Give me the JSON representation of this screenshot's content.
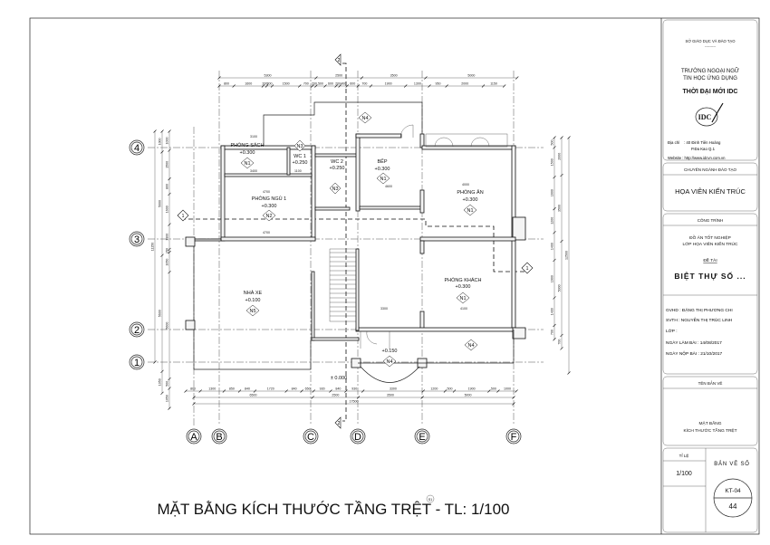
{
  "drawing": {
    "title": "MẶT BẰNG KÍCH THƯỚC TẦNG TRỆT - TL: 1/100",
    "section_mark_small": "S1",
    "section_marks": [
      "1",
      "2"
    ],
    "grid_columns": [
      "A",
      "B",
      "C",
      "D",
      "E",
      "F"
    ],
    "grid_rows": [
      "4",
      "3",
      "2",
      "1"
    ],
    "rooms": [
      {
        "name": "PHÒNG SÁCH",
        "level": "+0.300",
        "floor": "N1"
      },
      {
        "name": "WC 1",
        "level": "+0.250",
        "floor": "N3"
      },
      {
        "name": "WC 2",
        "level": "+0.250",
        "floor": "N3"
      },
      {
        "name": "PHÒNG NGỦ 1",
        "level": "+0.300",
        "floor": "N2"
      },
      {
        "name": "BẾP",
        "level": "+0.300",
        "floor": "N1"
      },
      {
        "name": "PHÒNG ĂN",
        "level": "+0.300",
        "floor": "N1"
      },
      {
        "name": "PHÒNG KHÁCH",
        "level": "+0.300",
        "floor": "N1"
      },
      {
        "name": "NHÀ XE",
        "level": "+0.100",
        "floor": "N5"
      }
    ],
    "porch_top_floor": "N4",
    "porch_right_floor": "N4",
    "entry": {
      "level": "+0.150",
      "floor": "N4"
    },
    "ground_level": "± 0.000",
    "inner_dims": [
      "3100",
      "3400",
      "1100",
      "4700",
      "4700",
      "4600",
      "4000",
      "3300",
      "4100",
      "2200",
      "2900",
      "1700",
      "3000"
    ],
    "dims_top_overall": [
      5300,
      2500,
      3500,
      5000
    ],
    "dims_top_detail": [
      800,
      1600,
      200,
      300,
      1500,
      700,
      200,
      500,
      600,
      200,
      400,
      600,
      700,
      1900,
      1300,
      950,
      2000,
      1150
    ],
    "dims_bottom_detail": [
      800,
      1300,
      850,
      840,
      1720,
      840,
      650,
      930,
      840,
      930,
      3300,
      1200,
      500,
      1900,
      500,
      1000
    ],
    "dims_bottom_overall": [
      6500,
      2500,
      3500,
      5000
    ],
    "dims_bottom_total": [
      17500
    ],
    "dims_left_detail": [
      1000,
      1500,
      800,
      1600,
      1300,
      150,
      1050,
      5600,
      500,
      1050
    ],
    "dims_left_mid": [
      1000,
      5000,
      5600,
      1050
    ],
    "dims_left_total": [
      11150
    ],
    "dims_right_detail": [
      500,
      1500,
      1600,
      1200,
      1400,
      1900,
      1400,
      700
    ],
    "dims_right_mid": [
      2000,
      3500,
      5000,
      700
    ],
    "dims_right_total": [
      12500
    ]
  },
  "title_block": {
    "ministry": "SỞ GIÁO DỤC VÀ ĐÀO TẠO",
    "ministry_rule": "---------",
    "school_line1": "TRƯỜNG NGOẠI NGỮ",
    "school_line2": "TIN HỌC ỨNG DỤNG",
    "school_name": "THỜI ĐẠI MỚI IDC",
    "logo_text": "IDC",
    "address_label": "Địa chỉ",
    "address_line1": ": 40 Đinh Tiên Hoàng",
    "address_line2": "P.Đa Kao    Q.1",
    "website": "Website : http://www.idcvn.com.vn",
    "major_header": "CHUYÊN NGÀNH ĐÀO TẠO",
    "major": "HỌA VIÊN KIẾN TRÚC",
    "project_header": "CÔNG TRÌNH",
    "project_line1": "ĐỒ ÁN TỐT NGHIỆP",
    "project_line2": "LỚP HỌA VIÊN KIẾN TRÚC",
    "topic_label": "ĐỀ TÀI",
    "topic": "BIỆT THỰ SỐ ...",
    "gvhd": "GVHD  : ĐẶNG THỊ PHƯƠNG CHI",
    "svth": "SVTH  : NGUYỄN THỊ TRÚC LINH",
    "lop": "LỚP    :",
    "start_date": "NGÀY LÀM BÀI  :  14/08/2017",
    "submit_date": "NGÀY NỘP BÀI  :  21/10/2017",
    "drawing_name_header": "TÊN BẢN VẼ",
    "drawing_name_line1": "MẶT BẰNG",
    "drawing_name_line2": "KÍCH THƯỚC TẦNG TRỆT",
    "scale_header": "TỈ LỆ",
    "scale": "1/100",
    "sheet_header": "BẢN VẼ SỐ",
    "sheet_code": "KT-04",
    "sheet_number": "44"
  }
}
